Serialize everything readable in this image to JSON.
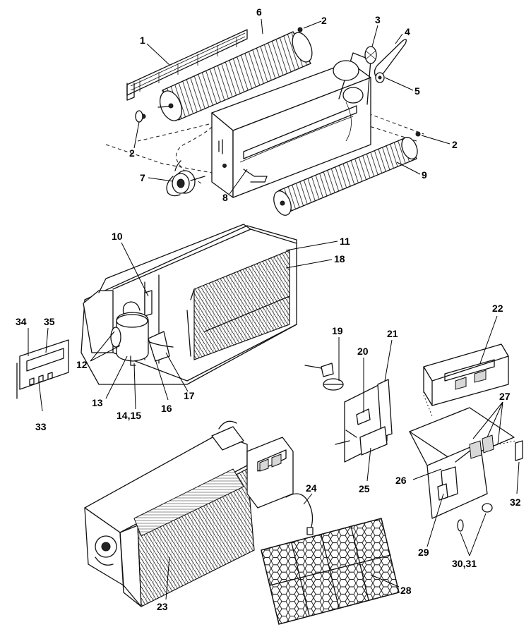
{
  "callouts": [
    {
      "id": "1",
      "text": "1"
    },
    {
      "id": "2a",
      "text": "2"
    },
    {
      "id": "2b",
      "text": "2"
    },
    {
      "id": "2c",
      "text": "2"
    },
    {
      "id": "3",
      "text": "3"
    },
    {
      "id": "4",
      "text": "4"
    },
    {
      "id": "5",
      "text": "5"
    },
    {
      "id": "6",
      "text": "6"
    },
    {
      "id": "7",
      "text": "7"
    },
    {
      "id": "8",
      "text": "8"
    },
    {
      "id": "9",
      "text": "9"
    },
    {
      "id": "10",
      "text": "10"
    },
    {
      "id": "11",
      "text": "11"
    },
    {
      "id": "12",
      "text": "12"
    },
    {
      "id": "13",
      "text": "13"
    },
    {
      "id": "14_15",
      "text": "14,15"
    },
    {
      "id": "16",
      "text": "16"
    },
    {
      "id": "17",
      "text": "17"
    },
    {
      "id": "18",
      "text": "18"
    },
    {
      "id": "19",
      "text": "19"
    },
    {
      "id": "20",
      "text": "20"
    },
    {
      "id": "21",
      "text": "21"
    },
    {
      "id": "22",
      "text": "22"
    },
    {
      "id": "23",
      "text": "23"
    },
    {
      "id": "24",
      "text": "24"
    },
    {
      "id": "25",
      "text": "25"
    },
    {
      "id": "26",
      "text": "26"
    },
    {
      "id": "27",
      "text": "27"
    },
    {
      "id": "28",
      "text": "28"
    },
    {
      "id": "29",
      "text": "29"
    },
    {
      "id": "30_31",
      "text": "30,31"
    },
    {
      "id": "32",
      "text": "32"
    },
    {
      "id": "33",
      "text": "33"
    },
    {
      "id": "34",
      "text": "34"
    },
    {
      "id": "35",
      "text": "35"
    }
  ]
}
